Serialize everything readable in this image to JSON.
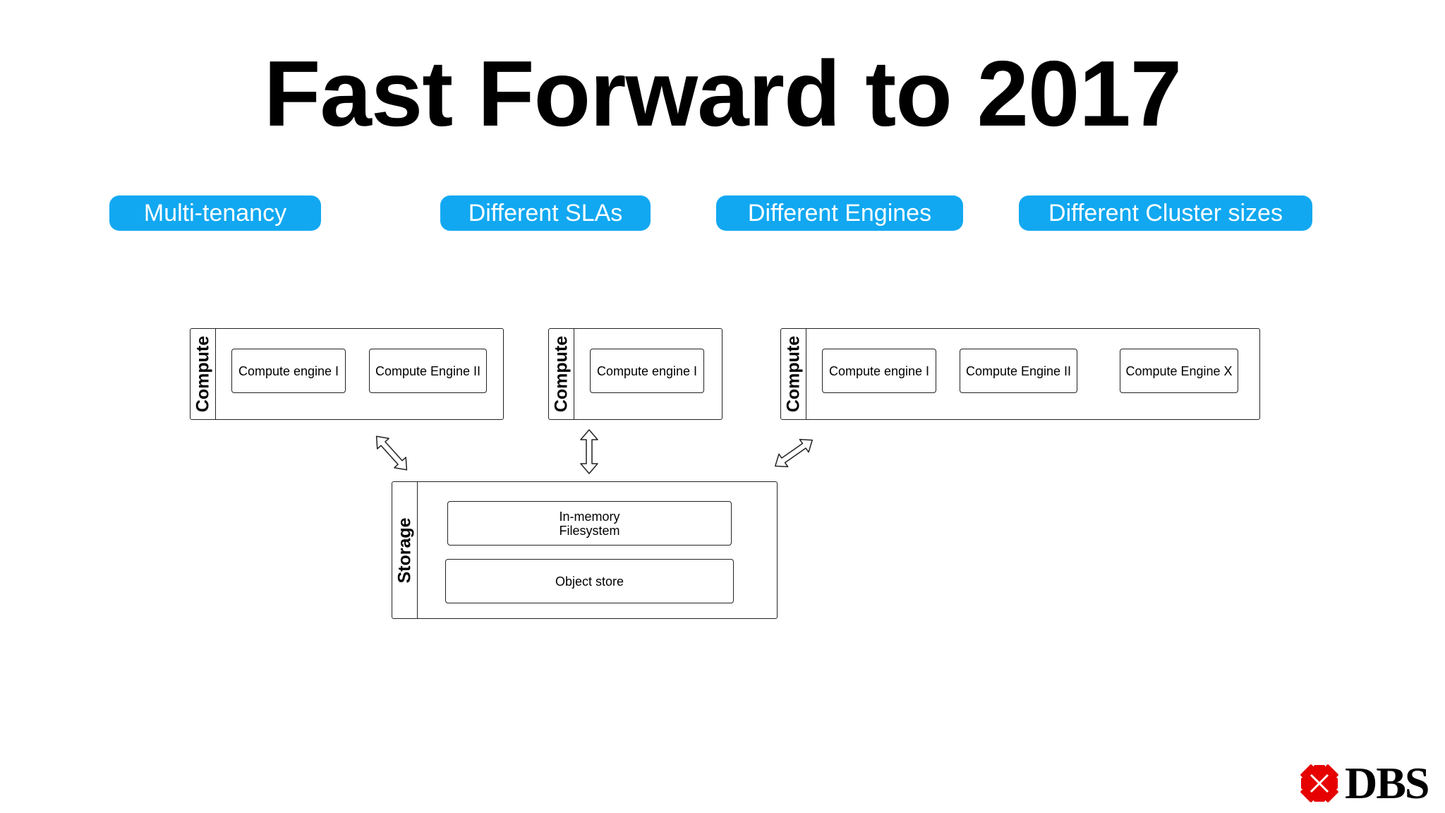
{
  "title": "Fast Forward to 2017",
  "pills": [
    "Multi-tenancy",
    "Different SLAs",
    "Different Engines",
    "Different Cluster sizes"
  ],
  "colors": {
    "pill": "#11a8f1",
    "logo_red": "#e60000",
    "line": "#222222"
  },
  "clusters": [
    {
      "side_label": "Compute",
      "engines": [
        "Compute engine I",
        "Compute Engine II"
      ]
    },
    {
      "side_label": "Compute",
      "engines": [
        "Compute engine I"
      ]
    },
    {
      "side_label": "Compute",
      "engines": [
        "Compute engine I",
        "Compute Engine II",
        "Compute Engine X"
      ]
    }
  ],
  "storage": {
    "side_label": "Storage",
    "items": [
      "In-memory\nFilesystem",
      "Object store"
    ]
  },
  "logo": {
    "text": "DBS",
    "icon": "dbs-star-icon"
  }
}
